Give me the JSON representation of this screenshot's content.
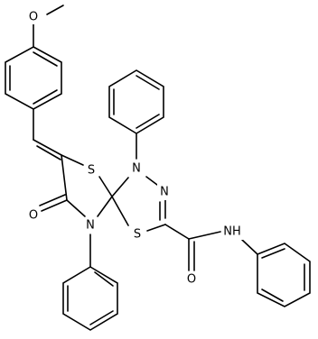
{
  "diagram": {
    "atoms": {
      "methoxy_o": "O",
      "thiazolidine_s": "S",
      "ketone_o": "O",
      "thiazolidine_n": "N",
      "thiadiazole_n1": "N",
      "thiadiazole_n2": "N",
      "thiadiazole_s": "S",
      "amide_o": "O",
      "amide_nh": "NH"
    }
  }
}
